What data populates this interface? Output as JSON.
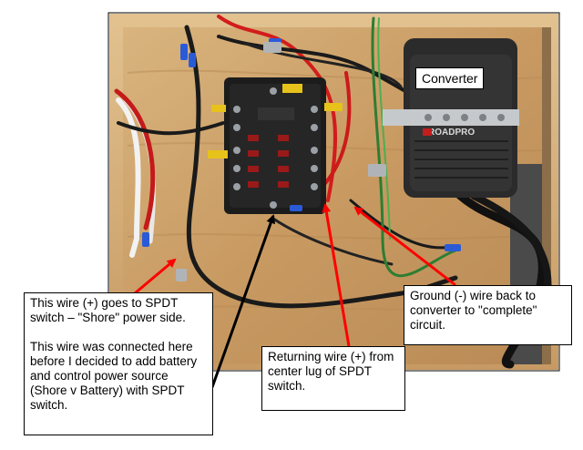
{
  "photo": {
    "description_icon": "fuse-box-wiring-photo"
  },
  "labels": {
    "converter": "Converter",
    "converter_brand": "ROADPRO"
  },
  "callouts": {
    "left_p1": "This wire (+) goes to SPDT switch – \"Shore\" power side.",
    "left_p2": "This wire was connected here before I decided to add battery and control power source (Shore v Battery) with SPDT switch.",
    "middle": "Returning wire (+) from center lug of SPDT switch.",
    "right": "Ground (-) wire back to converter to \"complete\" circuit."
  },
  "colors": {
    "arrow_red": "#ff0000",
    "arrow_black": "#000000",
    "wood": "#c9a06a",
    "converter_body": "#2a2a2a"
  }
}
